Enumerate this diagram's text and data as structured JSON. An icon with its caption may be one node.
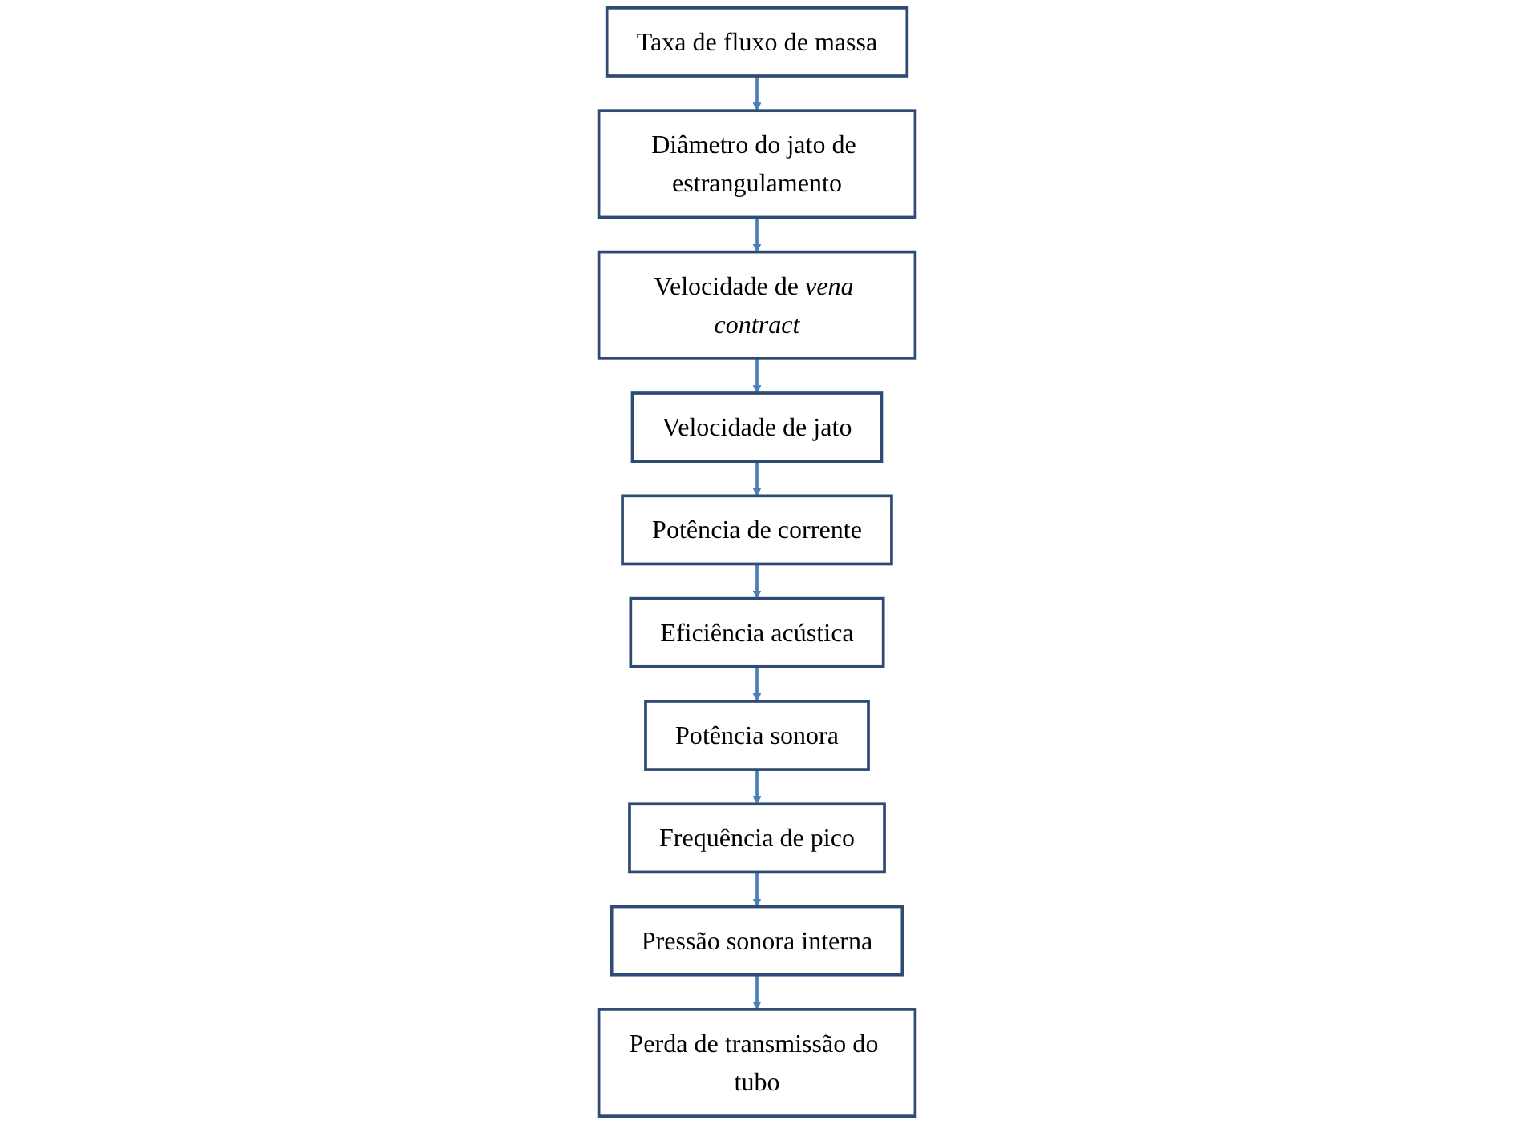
{
  "diagram": {
    "nodes": [
      {
        "text": [
          "Taxa de fluxo de massa"
        ]
      },
      {
        "text": [
          "Diâmetro do jato de estrangulamento"
        ]
      },
      {
        "text": [
          "Velocidade de jato"
        ]
      },
      {
        "text": [
          "Velocidade de *vena contract*"
        ]
      },
      {
        "text": [
          "Potência de corrente"
        ]
      },
      {
        "text": [
          "Eficiência acústica"
        ]
      },
      {
        "text": [
          "Potência sonora"
        ]
      },
      {
        "text": [
          "Perda de transmissão do tubo"
        ]
      },
      {
        "text": [
          "Pressão sonora interna"
        ]
      },
      {
        "text": [
          "Frequência de pico"
        ]
      }
    ],
    "edges": [
      {
        "from": 0,
        "to": 1,
        "arrow": "to"
      },
      {
        "from": 1,
        "to": 3,
        "arrow": "to"
      },
      {
        "from": 3,
        "to": 2,
        "arrow": "to"
      },
      {
        "from": 2,
        "to": 4,
        "arrow": "to"
      },
      {
        "from": 4,
        "to": 5,
        "arrow": "to"
      },
      {
        "from": 5,
        "to": 6,
        "arrow": "to"
      },
      {
        "from": 6,
        "to": 9,
        "arrow": "to"
      },
      {
        "from": 9,
        "to": 8,
        "arrow": "to"
      },
      {
        "from": 8,
        "to": 7,
        "arrow": "to"
      }
    ]
  }
}
